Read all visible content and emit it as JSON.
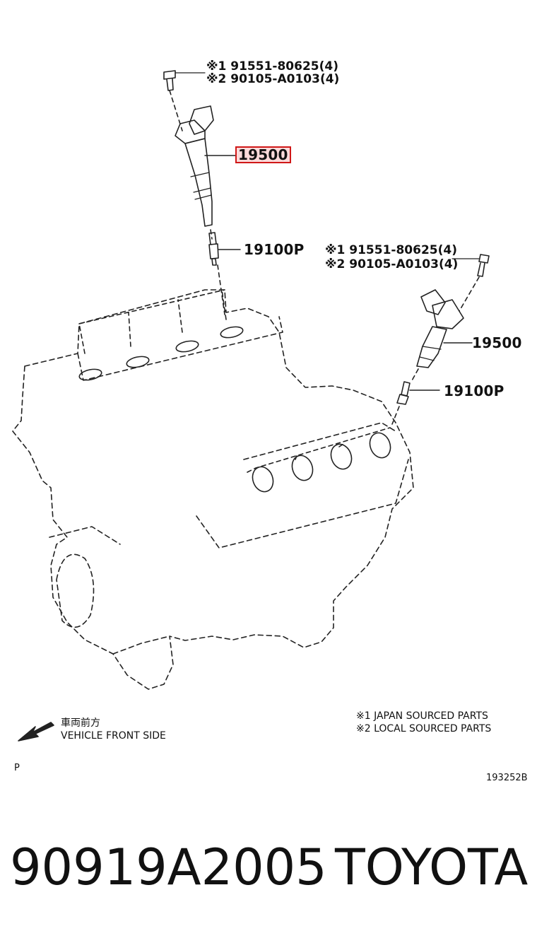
{
  "upper_coil": {
    "bolt_ref_1": "※1 91551-80625(4)",
    "bolt_ref_2": "※2 90105-A0103(4)",
    "coil_part": "19500",
    "plug_part": "19100P"
  },
  "right_coil": {
    "bolt_ref_1": "※1 91551-80625(4)",
    "bolt_ref_2": "※2 90105-A0103(4)",
    "coil_part": "19500",
    "plug_part": "19100P"
  },
  "direction": {
    "japanese": "車両前方",
    "english": "VEHICLE FRONT SIDE"
  },
  "legend": {
    "note_1": "※1 JAPAN SOURCED PARTS",
    "note_2": "※2 LOCAL SOURCED PARTS"
  },
  "corner_mark": "P",
  "diagram_code": "193252B",
  "footer": {
    "part_number": "90919A2005",
    "brand": "TOYOTA"
  },
  "colors": {
    "highlight_border": "#d01818",
    "highlight_fill": "#fbdada"
  }
}
